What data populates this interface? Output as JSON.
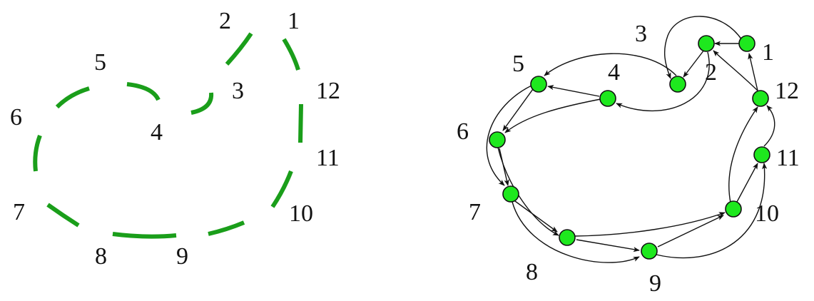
{
  "colors": {
    "curve": "#1a9e1a",
    "node_fill": "#1ee81e",
    "ink": "#111111"
  },
  "left_panel": {
    "labels": [
      "1",
      "2",
      "3",
      "4",
      "5",
      "6",
      "7",
      "8",
      "9",
      "10",
      "11",
      "12"
    ]
  },
  "right_panel": {
    "labels": [
      "1",
      "2",
      "3",
      "4",
      "5",
      "6",
      "7",
      "8",
      "9",
      "10",
      "11",
      "12"
    ],
    "edges": [
      [
        "1",
        "2"
      ],
      [
        "1",
        "3"
      ],
      [
        "12",
        "1"
      ],
      [
        "2",
        "3"
      ],
      [
        "2",
        "4"
      ],
      [
        "3",
        "5"
      ],
      [
        "4",
        "5"
      ],
      [
        "4",
        "6"
      ],
      [
        "5",
        "6"
      ],
      [
        "5",
        "7"
      ],
      [
        "6",
        "7"
      ],
      [
        "6",
        "8"
      ],
      [
        "7",
        "8"
      ],
      [
        "7",
        "9"
      ],
      [
        "8",
        "9"
      ],
      [
        "8",
        "10"
      ],
      [
        "9",
        "10"
      ],
      [
        "9",
        "11"
      ],
      [
        "10",
        "11"
      ],
      [
        "10",
        "12"
      ],
      [
        "11",
        "12"
      ],
      [
        "12",
        "2"
      ]
    ]
  }
}
